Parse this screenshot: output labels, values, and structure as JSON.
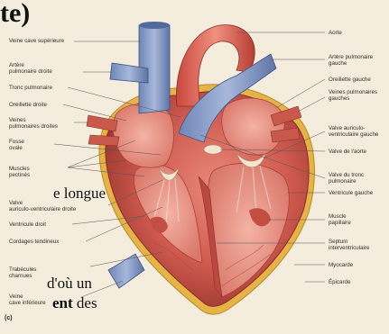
{
  "title_fragment": "te)",
  "overlay_text": {
    "line1": "e longue",
    "line2": "d'où un",
    "line3_bold": "ent",
    "line3_rest": " des"
  },
  "panel_label": "(c)",
  "labels_left": {
    "veine_cave_sup": "Veine cave supérieure",
    "artere_pulm_droite": "Artère\npulmonaire droite",
    "tronc_pulm": "Tronc pulmonaire",
    "oreillette_droite": "Oreillette droite",
    "veines_pulm_droites": "Veines\npulmonaires droites",
    "fosse_ovale": "Fosse\novale",
    "muscles_pectines": "Muscles\npectinés",
    "valve_av_droite": "Valve\nauriculo-ventriculaire droite",
    "ventricule_droit": "Ventricule droit",
    "cordages": "Cordages tendineux",
    "trabecules": "Trabécules\ncharnues",
    "veine_cave_inf": "Veine\ncave inférieure"
  },
  "labels_right": {
    "aorte": "Aorte",
    "artere_pulm_gauche": "Artère pulmonaire\ngauche",
    "oreillette_gauche": "Oreillette gauche",
    "veines_pulm_gauches": "Veines pulmonaires\ngauches",
    "valve_av_gauche": "Valve auriculo-\nventriculaire gauche",
    "valve_aorte": "Valve de l'aorte",
    "valve_tronc_pulm": "Valve du tronc\npulmonaire",
    "ventricule_gauche": "Ventricule gauche",
    "muscle_papillaire": "Muscle\npapillaire",
    "septum": "Septum\ninterventriculaire",
    "myocarde": "Myocarde",
    "epicarde": "Épicarde"
  }
}
